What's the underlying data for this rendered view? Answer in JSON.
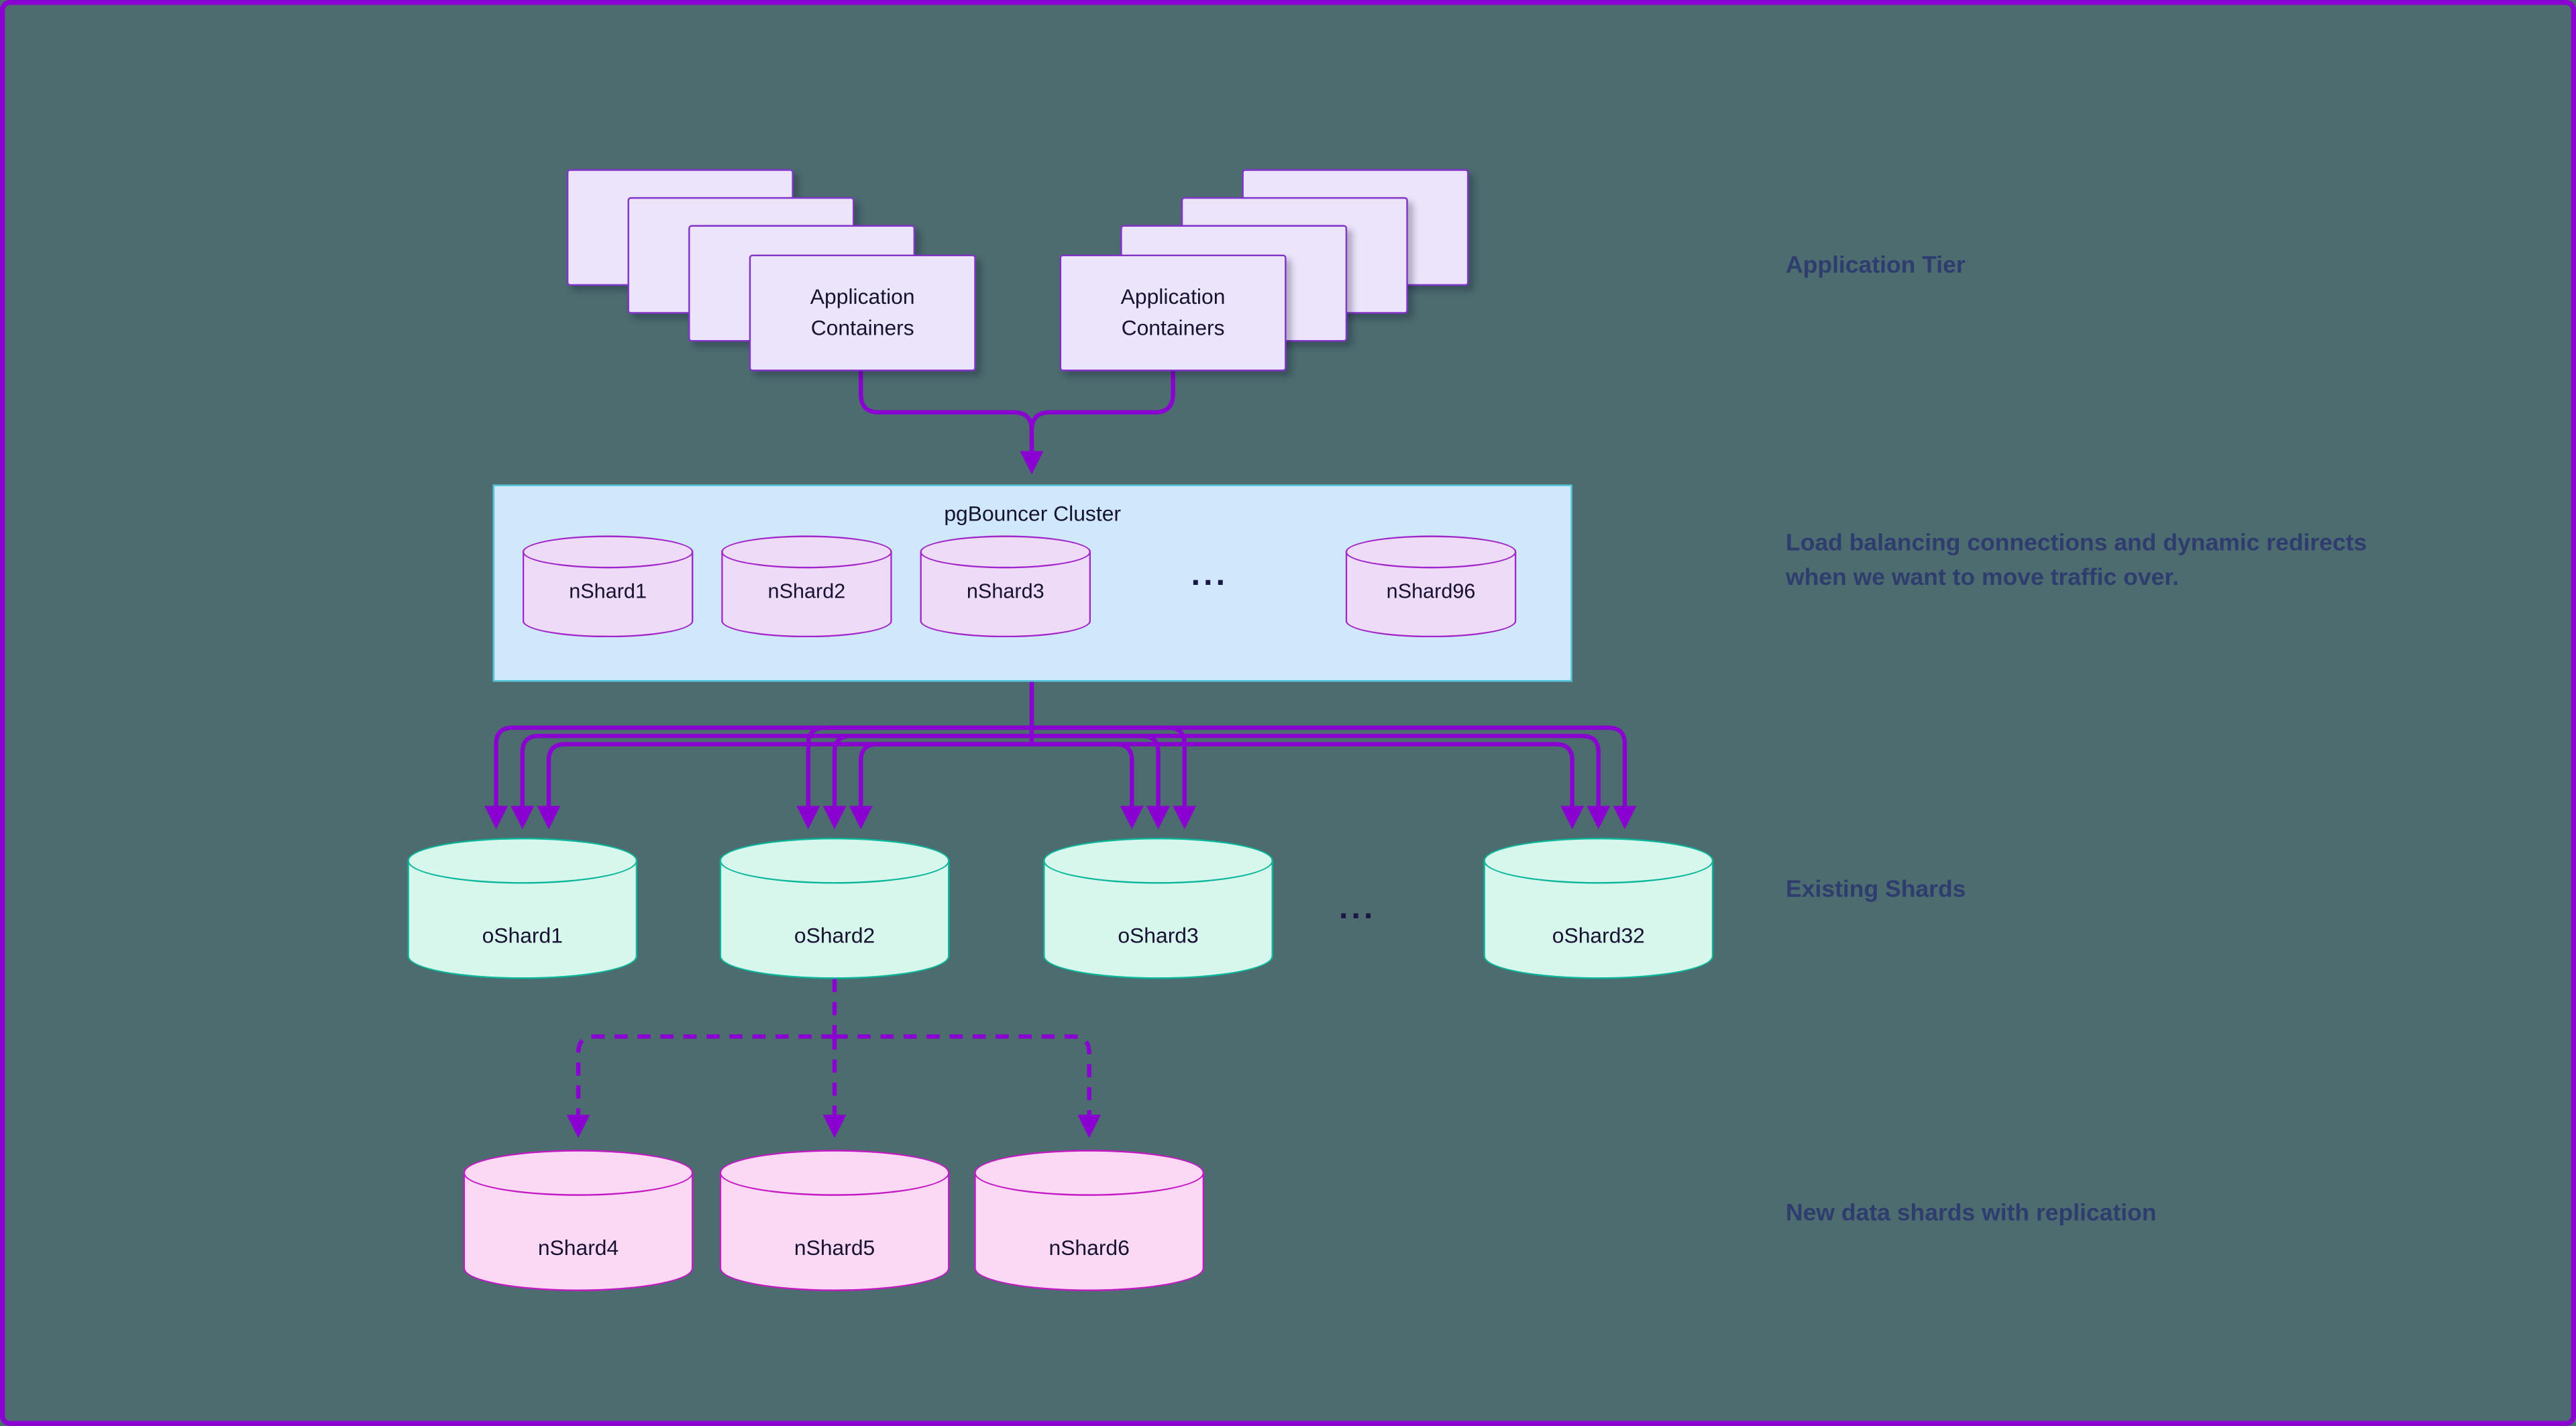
{
  "app_tier": {
    "left_stack_label": "Application Containers",
    "right_stack_label": "Application Containers"
  },
  "pgbouncer": {
    "title": "pgBouncer Cluster",
    "shards": [
      "nShard1",
      "nShard2",
      "nShard3",
      "nShard96"
    ],
    "ellipsis": "..."
  },
  "existing_shards": {
    "shards": [
      "oShard1",
      "oShard2",
      "oShard3",
      "oShard32"
    ],
    "ellipsis": "..."
  },
  "new_shards": {
    "shards": [
      "nShard4",
      "nShard5",
      "nShard6"
    ]
  },
  "annotations": {
    "application_tier": "Application Tier",
    "load_balancing": "Load balancing connections and dynamic redirects when we want to move traffic over.",
    "existing_shards": "Existing Shards",
    "new_shards": "New data shards with replication"
  },
  "colors": {
    "background": "#4c6c70",
    "canvas_border": "#8a00d0",
    "arrow": "#8a00d0",
    "app_box_fill": "#ece4fb",
    "app_box_border": "#8135c8",
    "pgbouncer_fill": "#cfe9fb",
    "pgbouncer_border": "#52c5dd",
    "nshard_fill": "#eedbf7",
    "nshard_border": "#a226c9",
    "oshard_fill": "#d7f6ec",
    "oshard_border": "#0ab79b",
    "new_shard_fill": "#fbd9f4",
    "new_shard_border": "#c518c5",
    "annotation_text": "#2e3d6e"
  }
}
